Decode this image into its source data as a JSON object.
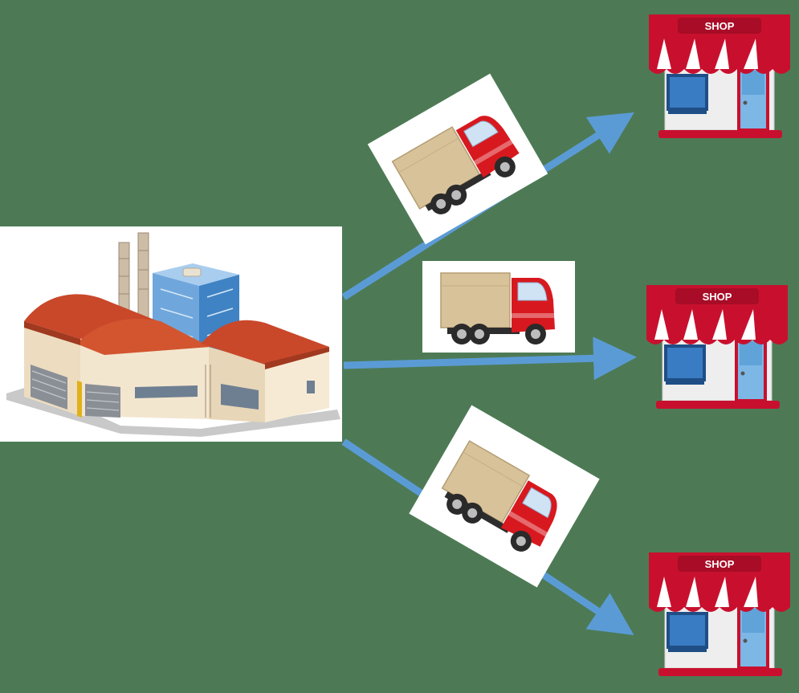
{
  "diagram": {
    "source": {
      "icon": "factory-icon"
    },
    "carriers": [
      {
        "icon": "delivery-truck-icon",
        "route": "upper"
      },
      {
        "icon": "delivery-truck-icon",
        "route": "middle"
      },
      {
        "icon": "delivery-truck-icon",
        "route": "lower"
      }
    ],
    "destinations": [
      {
        "icon": "shop-icon",
        "sign": "SHOP"
      },
      {
        "icon": "shop-icon",
        "sign": "SHOP"
      },
      {
        "icon": "shop-icon",
        "sign": "SHOP"
      }
    ],
    "colors": {
      "background": "#4d7a55",
      "arrow": "#5b9bd5",
      "awning_red": "#c8102e",
      "roof_red": "#c9482a",
      "truck_red": "#d7191f",
      "cargo_box": "#d8c29a",
      "glass_blue": "#4a90c8"
    }
  }
}
